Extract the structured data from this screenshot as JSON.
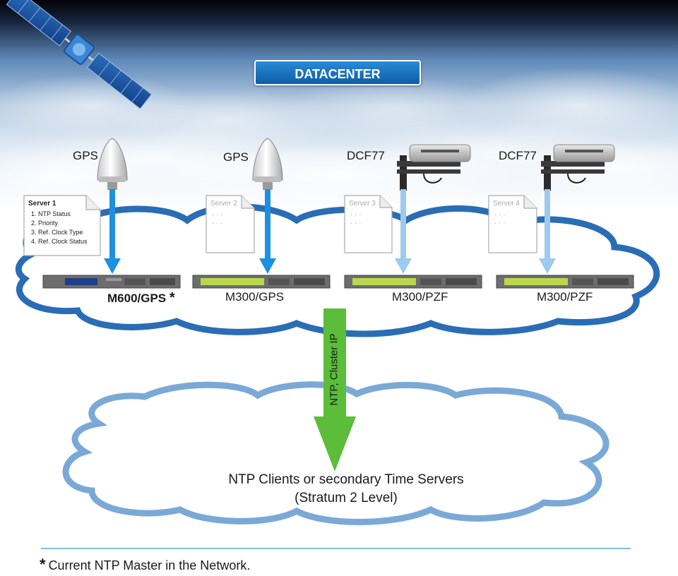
{
  "title_box": "DATACENTER",
  "antennas": [
    {
      "type": "GPS"
    },
    {
      "type": "GPS"
    },
    {
      "type": "DCF77"
    },
    {
      "type": "DCF77"
    }
  ],
  "servers": [
    {
      "title": "Server 1",
      "items": [
        "NTP Status",
        "Priority",
        "Ref. Clock Type",
        "Ref. Clock Status"
      ]
    },
    {
      "title": "Server 2",
      "dots": "· · ·\n· · ·"
    },
    {
      "title": "Server 3",
      "dots": "· · ·\n· · ·"
    },
    {
      "title": "Server 4",
      "dots": "· · ·\n· · ·"
    }
  ],
  "devices": [
    {
      "label": "M600/GPS",
      "marker": "*"
    },
    {
      "label": "M300/GPS"
    },
    {
      "label": "M300/PZF"
    },
    {
      "label": "M300/PZF"
    }
  ],
  "link_label": "NTP, Cluster IP",
  "clients": {
    "line1": "NTP Clients or secondary Time Servers",
    "line2": "(Stratum 2 Level)"
  },
  "footnote": {
    "marker": "*",
    "text": "Current NTP Master in the Network."
  },
  "colors": {
    "sky_top": "#05070e",
    "sky_mid": "#5c86b8",
    "cloud_outline": "#2a6db5",
    "lower_cloud": "#7aa9d6",
    "gps_arrow": "#1f8fe0",
    "dcf_arrow": "#9ccbee",
    "green_arrow": "#5bbd3a",
    "title_box": "#1572c4"
  }
}
